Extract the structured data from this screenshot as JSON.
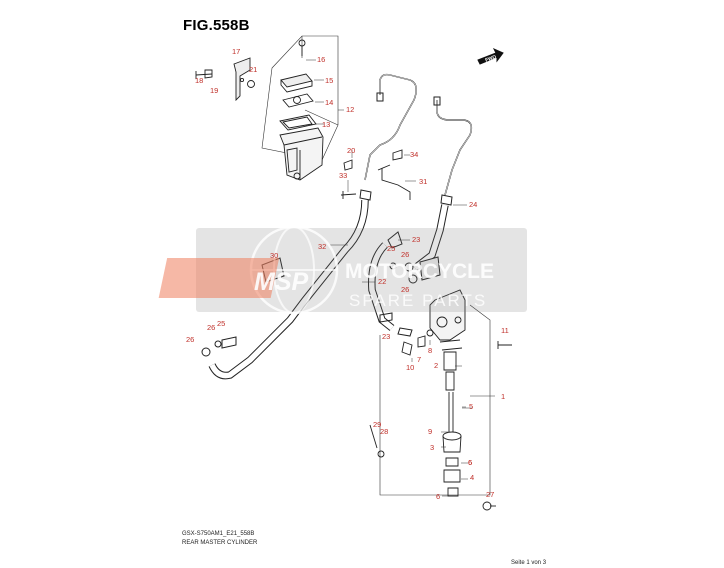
{
  "figure": {
    "title": "FIG.558B",
    "code": "GSX-S750AM1_E21_558B",
    "subtitle": "REAR MASTER CYLINDER",
    "page_info": "Seite 1 von 3"
  },
  "watermark": {
    "logo": "MSP",
    "line1": "MOTORCYCLE",
    "line2": "SPARE PARTS"
  },
  "fwd_label": "FWD",
  "callouts": [
    {
      "number": "1"
    },
    {
      "number": "2"
    },
    {
      "number": "3"
    },
    {
      "number": "4"
    },
    {
      "number": "5"
    },
    {
      "number": "6"
    },
    {
      "number": "6"
    },
    {
      "number": "6"
    },
    {
      "number": "7"
    },
    {
      "number": "8"
    },
    {
      "number": "9"
    },
    {
      "number": "10"
    },
    {
      "number": "11"
    },
    {
      "number": "12"
    },
    {
      "number": "13"
    },
    {
      "number": "14"
    },
    {
      "number": "15"
    },
    {
      "number": "16"
    },
    {
      "number": "17"
    },
    {
      "number": "18"
    },
    {
      "number": "19"
    },
    {
      "number": "20"
    },
    {
      "number": "21"
    },
    {
      "number": "22"
    },
    {
      "number": "23"
    },
    {
      "number": "23"
    },
    {
      "number": "24"
    },
    {
      "number": "25"
    },
    {
      "number": "25"
    },
    {
      "number": "26"
    },
    {
      "number": "26"
    },
    {
      "number": "26"
    },
    {
      "number": "26"
    },
    {
      "number": "27"
    },
    {
      "number": "28"
    },
    {
      "number": "29"
    },
    {
      "number": "30"
    },
    {
      "number": "31"
    },
    {
      "number": "32"
    },
    {
      "number": "33"
    },
    {
      "number": "34"
    }
  ]
}
